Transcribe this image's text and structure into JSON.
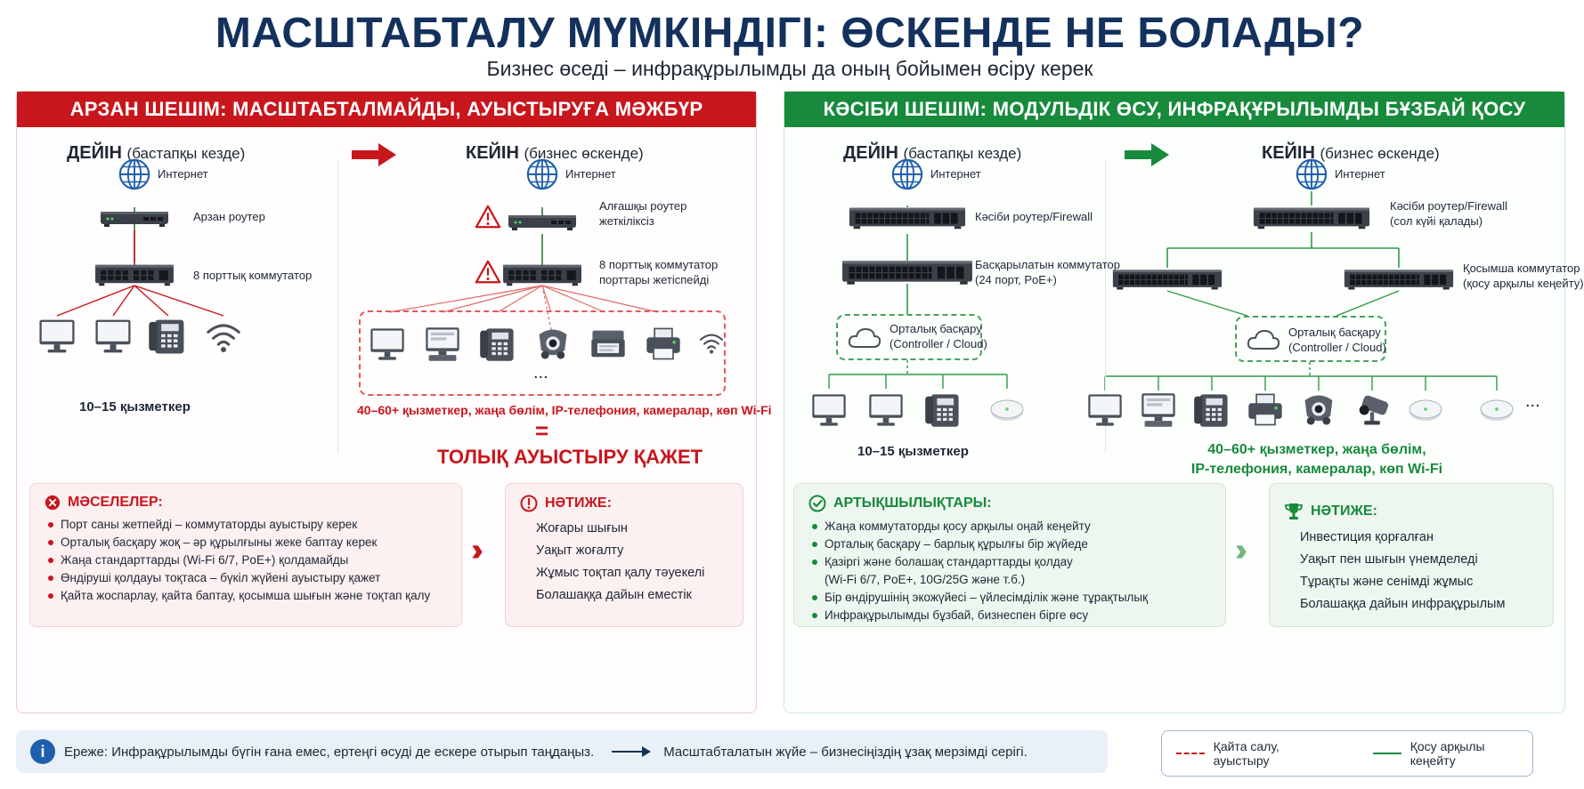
{
  "title": "МАСШТАБТАЛУ МҮМКІНДІГІ: ӨСКЕНДЕ НЕ БОЛАДЫ?",
  "subtitle": "Бизнес өседі – инфрақұрылымды да оның бойымен өсіру керек",
  "colors": {
    "red": "#c8161d",
    "green": "#178a3c",
    "navy": "#13315c",
    "blue": "#1f5fae"
  },
  "left": {
    "header": "АРЗАН ШЕШІМ: МАСШТАБТАЛМАЙДЫ, АУЫСТЫРУҒА МӘЖБҮР",
    "before": {
      "title": "ДЕЙІН",
      "sub": "(бастапқы кезде)",
      "internet": "Интернет",
      "router": "Арзан роутер",
      "switch": "8 порттық коммутатор",
      "caption": "10–15 қызметкер"
    },
    "after": {
      "title": "КЕЙІН",
      "sub": "(бизнес өскенде)",
      "internet": "Интернет",
      "router_l1": "Алғашқы роутер",
      "router_l2": "жеткіліксіз",
      "switch_l1": "8 порттық коммутатор",
      "switch_l2": "порттары жетіспейді",
      "ellipsis": "...",
      "caption": "40–60+ қызметкер, жаңа бөлім, IP-телефония, камералар, көп Wi-Fi",
      "equals": "=",
      "result": "ТОЛЫҚ АУЫСТЫРУ ҚАЖЕТ"
    },
    "problems": {
      "head": "МӘСЕЛЕЛЕР:",
      "items": [
        "Порт саны жетпейді – коммутаторды ауыстыру керек",
        "Орталық басқару жоқ – әр құрылғыны жеке баптау керек",
        "Жаңа стандарттарды (Wi-Fi 6/7, PoE+) қолдамайды",
        "Өндіруші қолдауы тоқтаса – бүкіл жүйені ауыстыру қажет",
        "Қайта жоспарлау, қайта баптау, қосымша шығын және тоқтап қалу"
      ]
    },
    "result_card": {
      "head": "НӘТИЖЕ:",
      "items": [
        "Жоғары шығын",
        "Уақыт жоғалту",
        "Жұмыс тоқтап қалу тәуекелі",
        "Болашаққа дайын еместік"
      ]
    }
  },
  "right": {
    "header": "КӘСІБИ ШЕШІМ: МОДУЛЬДІК ӨСУ, ИНФРАҚҰРЫЛЫМДЫ БҰЗБАЙ ҚОСУ",
    "before": {
      "title": "ДЕЙІН",
      "sub": "(бастапқы кезде)",
      "internet": "Интернет",
      "router": "Кәсіби роутер/Firewall",
      "switch_l1": "Басқарылатын коммутатор",
      "switch_l2": "(24 порт, PoE+)",
      "cloud_l1": "Орталық басқару",
      "cloud_l2": "(Controller / Cloud)",
      "caption": "10–15 қызметкер"
    },
    "after": {
      "title": "КЕЙІН",
      "sub": "(бизнес өскенде)",
      "internet": "Интернет",
      "router_l1": "Кәсіби роутер/Firewall",
      "router_l2": "(сол күйі қалады)",
      "switch_l1": "Қосымша коммутатор",
      "switch_l2": "(қосу арқылы кеңейту)",
      "cloud_l1": "Орталық басқару",
      "cloud_l2": "(Controller / Cloud)",
      "ellipsis": "...",
      "caption_l1": "40–60+ қызметкер, жаңа бөлім,",
      "caption_l2": "IP-телефония, камералар, көп Wi-Fi"
    },
    "advantages": {
      "head": "АРТЫҚШЫЛЫҚТАРЫ:",
      "items": [
        "Жаңа коммутаторды қосу арқылы оңай кеңейту",
        "Орталық басқару – барлық құрылғы бір жүйеде",
        "Қазіргі және болашақ стандарттарды қолдау",
        "Бір өндірушінің экожүйесі – үйлесімділік және тұрақтылық",
        "Инфрақұрылымды бұзбай, бизнеспен бірге өсу"
      ],
      "item3_cont": "(Wi-Fi 6/7, PoE+, 10G/25G және т.б.)"
    },
    "result_card": {
      "head": "НӘТИЖЕ:",
      "items": [
        "Инвестиция қорғалған",
        "Уақыт пен шығын үнемделеді",
        "Тұрақты және сенімді жұмыс",
        "Болашаққа дайын инфрақұрылым"
      ]
    }
  },
  "footer": {
    "rule": "Ереже: Инфрақұрылымды бүгін ғана емес, ертеңгі өсуді де ескере отырып таңдаңыз.",
    "rule2": "Масштабталатын жүйе – бизнесіңіздің ұзақ мерзімді серігі."
  },
  "legend": {
    "red_label": "Қайта салу, ауыстыру",
    "green_label": "Қосу арқылы кеңейту"
  }
}
